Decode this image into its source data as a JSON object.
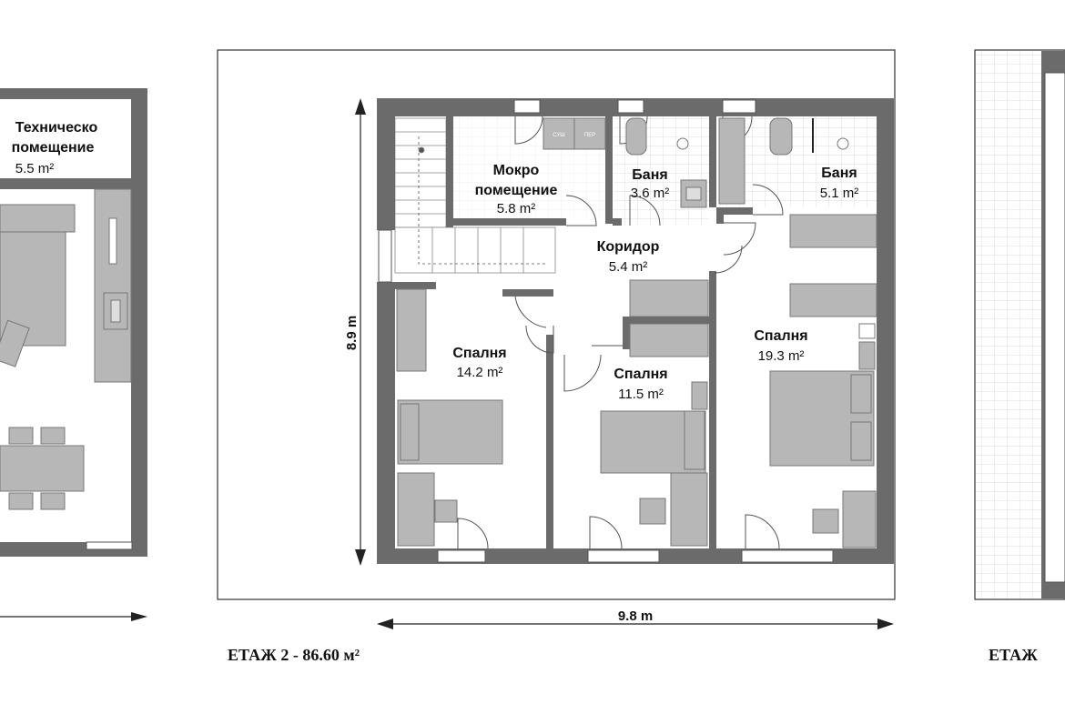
{
  "colors": {
    "wall": "#6b6b6b",
    "furniture": "#b7b7b7",
    "furniture_stroke": "#777777",
    "line": "#222222"
  },
  "left_plan": {
    "room": {
      "name_line1": "Техническо",
      "name_line2": "помещение",
      "area": "5.5",
      "unit": "m²"
    }
  },
  "center_plan": {
    "dim_height": "8.9 m",
    "dim_width": "9.8 m",
    "caption": "ЕТАЖ 2 - 86.60 м²",
    "rooms": [
      {
        "id": "wet",
        "name_line1": "Мокро",
        "name_line2": "помещение",
        "area": "5.8",
        "unit": "m²"
      },
      {
        "id": "bath1",
        "name_line1": "Баня",
        "name_line2": "",
        "area": "3.6",
        "unit": "m²"
      },
      {
        "id": "bath2",
        "name_line1": "Баня",
        "name_line2": "",
        "area": "5.1",
        "unit": "m²"
      },
      {
        "id": "corridor",
        "name_line1": "Коридор",
        "name_line2": "",
        "area": "5.4",
        "unit": "m²"
      },
      {
        "id": "bed1",
        "name_line1": "Спалня",
        "name_line2": "",
        "area": "14.2",
        "unit": "m²"
      },
      {
        "id": "bed2",
        "name_line1": "Спалня",
        "name_line2": "",
        "area": "11.5",
        "unit": "m²"
      },
      {
        "id": "bed3",
        "name_line1": "Спалня",
        "name_line2": "",
        "area": "19.3",
        "unit": "m²"
      }
    ],
    "appliance_labels": {
      "dryer": "СУШ",
      "washer": "ПЕР"
    }
  },
  "right_plan": {
    "caption": "ЕТАЖ"
  }
}
